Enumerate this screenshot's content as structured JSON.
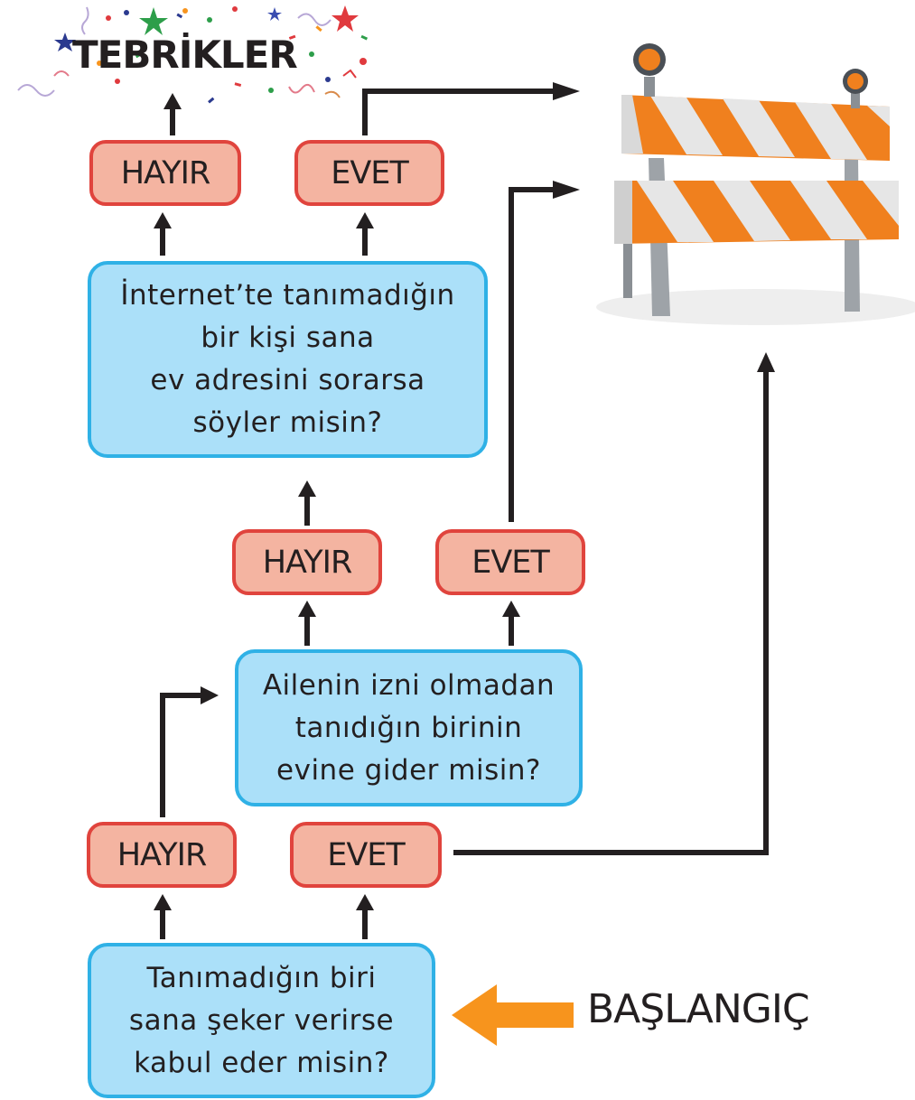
{
  "title": "TEBRİKLER",
  "start_label": "BAŞLANGIÇ",
  "questions": {
    "q1": "Tanımadığın biri\nsana şeker verirse\nkabul eder misin?",
    "q2": "Ailenin izni olmadan\ntanıdığın birinin\nevine gider misin?",
    "q3": "İnternet’te tanımadığın\nbir kişi sana\nev adresini sorarsa\nsöyler misin?"
  },
  "answers": {
    "q1_no": "HAYIR",
    "q1_yes": "EVET",
    "q2_no": "HAYIR",
    "q2_yes": "EVET",
    "q3_no": "HAYIR",
    "q3_yes": "EVET"
  },
  "colors": {
    "question_fill": "#abe0f9",
    "question_border": "#2fb1e6",
    "answer_fill": "#f4b4a1",
    "answer_border": "#e0443d",
    "start_arrow": "#f7941d",
    "barrier_orange": "#f0801e",
    "arrow": "#231f20"
  },
  "icons": [
    "confetti-icon",
    "road-barrier-icon",
    "start-arrow-icon"
  ]
}
